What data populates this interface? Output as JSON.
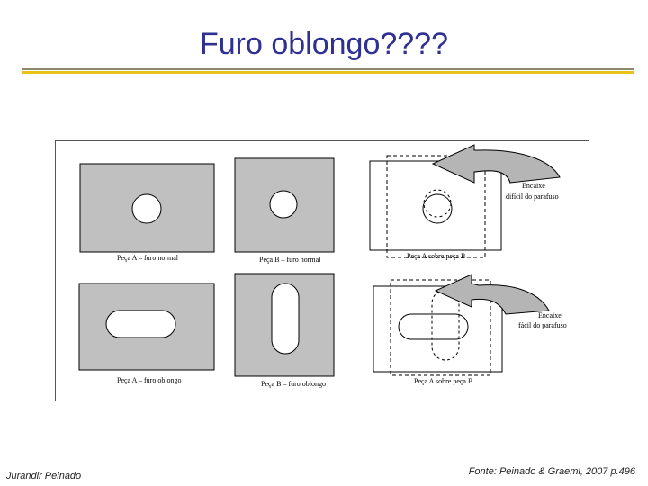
{
  "slide": {
    "title": "Furo oblongo????",
    "author": "Jurandir Peinado",
    "source": "Fonte: Peinado & Graeml, 2007 p.496"
  },
  "figure": {
    "captions": {
      "peca_a_normal": "Peça A – furo normal",
      "peca_b_normal": "Peça B – furo normal",
      "a_sobre_b_top": "Peça A sobre peça B",
      "peca_a_oblongo": "Peça A – furo oblongo",
      "peca_b_oblongo": "Peça B – furo oblongo",
      "a_sobre_b_bottom": "Peça A sobre peça B"
    },
    "notes": {
      "dificil_line1": "Encaixe",
      "dificil_line2": "difícil do parafuso",
      "facil_line1": "Encaixe",
      "facil_line2": "fácil do parafuso"
    },
    "colors": {
      "plate": "#c0c0c0",
      "arrow": "#b5b5b5",
      "border": "#000000"
    }
  }
}
